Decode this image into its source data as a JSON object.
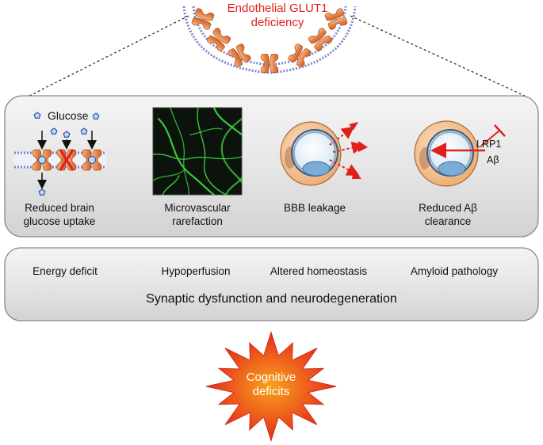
{
  "top_label": [
    "Endothelial GLUT1",
    "deficiency"
  ],
  "panel1": {
    "glucose_label": "Glucose",
    "items": [
      {
        "label": [
          "Reduced brain",
          "glucose uptake"
        ]
      },
      {
        "label": [
          "Microvascular",
          "rarefaction"
        ]
      },
      {
        "label": [
          "BBB leakage"
        ]
      },
      {
        "label": [
          "Reduced Aβ",
          "clearance"
        ],
        "lrp1": "LRP1",
        "abeta": "Aβ"
      }
    ]
  },
  "panel2": {
    "consequences": [
      "Energy deficit",
      "Hypoperfusion",
      "Altered homeostasis",
      "Amyloid pathology"
    ],
    "summary": "Synaptic dysfunction and neurodegeneration"
  },
  "outcome": [
    "Cognitive",
    "deficits"
  ],
  "colors": {
    "red_text": "#e0201a",
    "transporter": "#e8834a",
    "vessel_green": "#3fd03f",
    "burst": "#e8231a",
    "membrane_blue": "#7b86c8"
  }
}
